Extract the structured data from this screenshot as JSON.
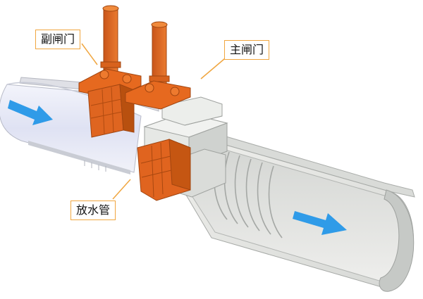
{
  "labels": {
    "sub_gate": "副闸门",
    "main_gate": "主闸门",
    "drain_pipe": "放水管"
  },
  "colors": {
    "gate": "#e2661e",
    "gate_dark": "#b84c10",
    "gate_light": "#f08a3c",
    "concrete": "#e4e6e4",
    "concrete_dark": "#b9bcb9",
    "pipe_inner": "#eceefa",
    "arrow": "#2f9be8",
    "label_border": "#f0a640"
  },
  "icons": {
    "flow_in": "arrow-right-icon",
    "flow_out": "arrow-right-icon"
  }
}
